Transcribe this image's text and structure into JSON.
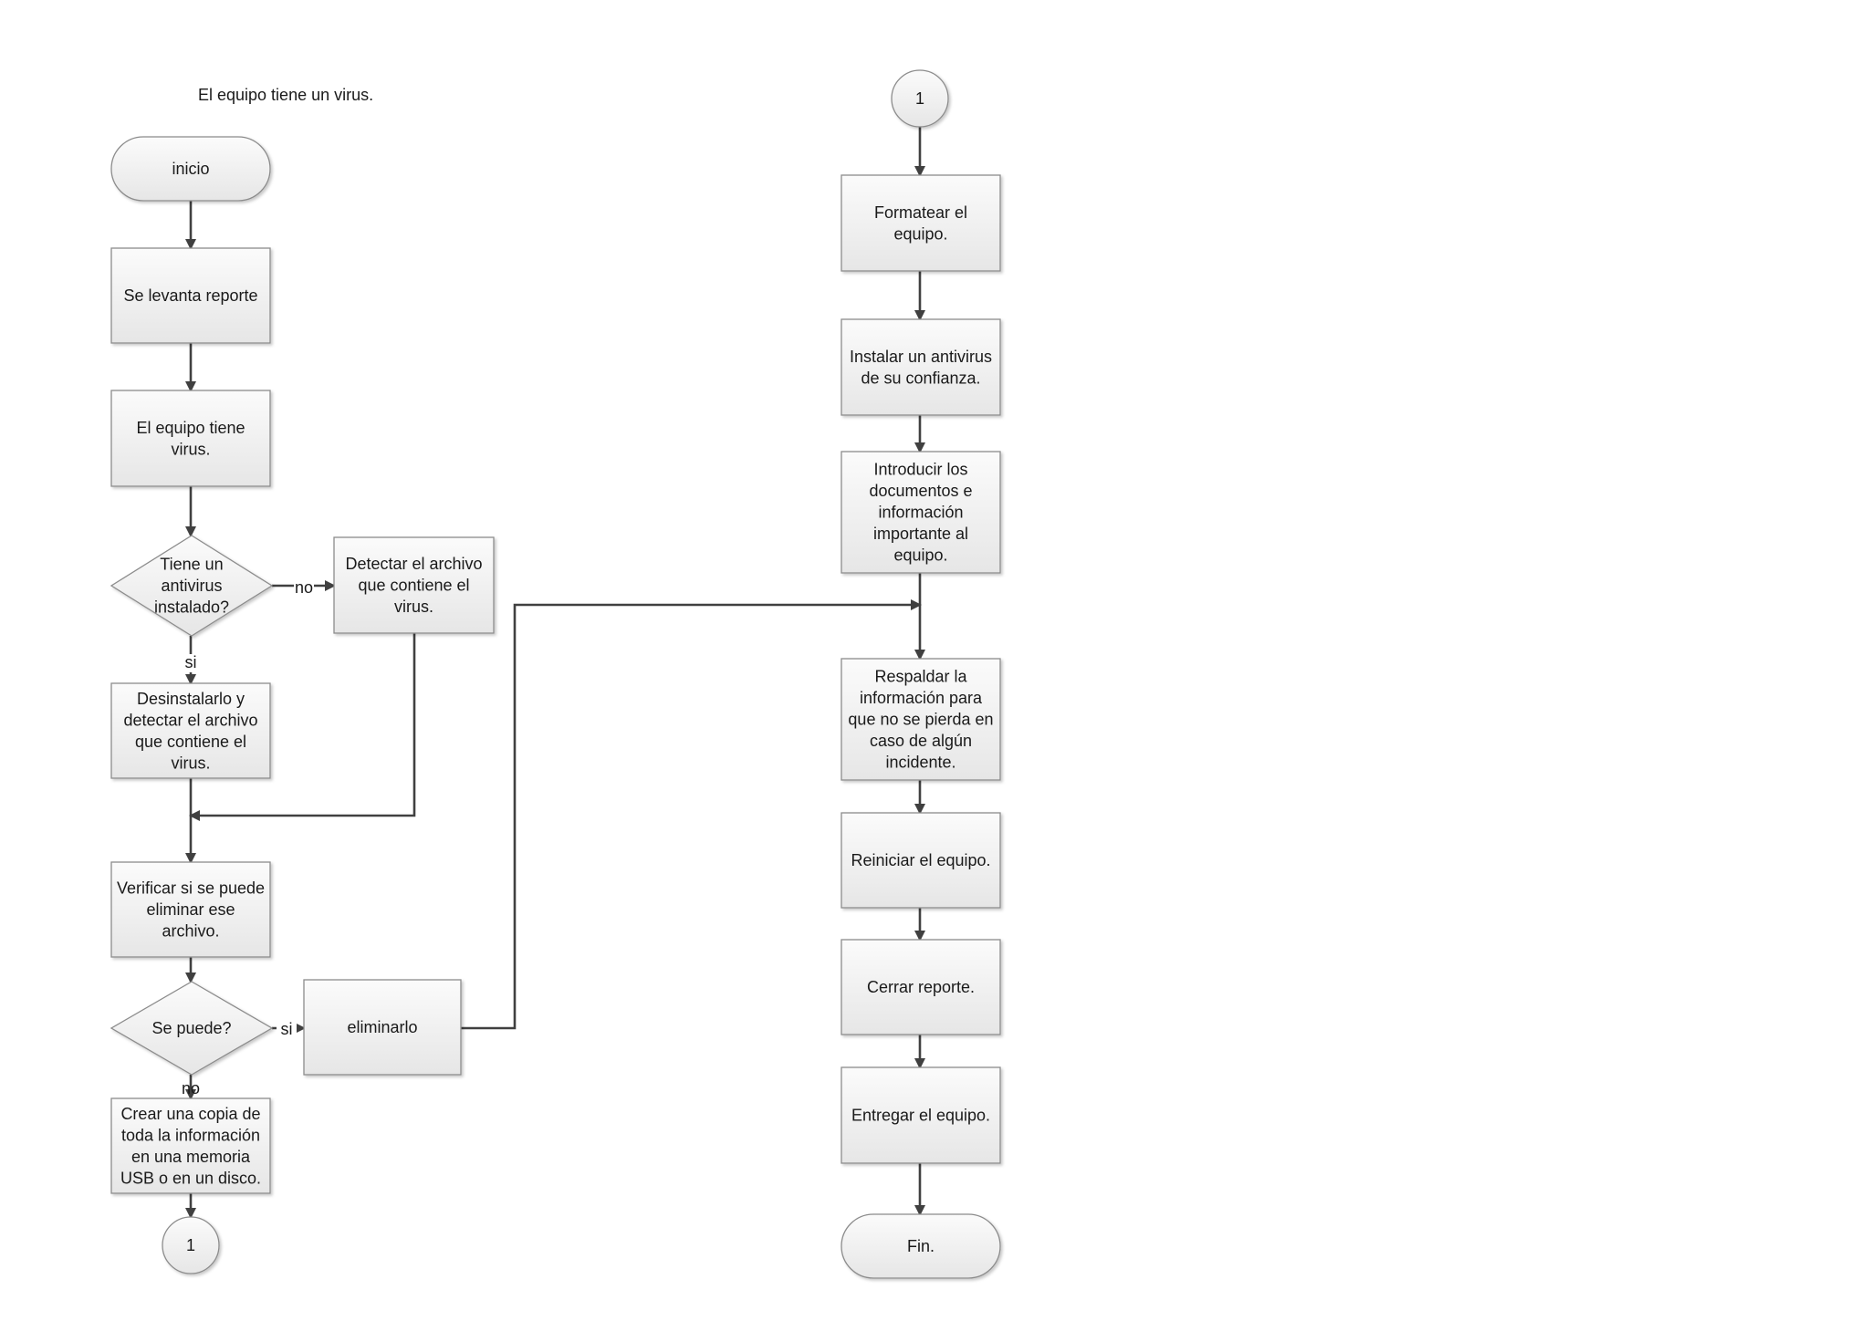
{
  "diagram": {
    "caption": "El equipo tiene un virus.",
    "nodes": [
      {
        "id": "inicio",
        "shape": "terminator",
        "lines": [
          "inicio"
        ]
      },
      {
        "id": "reporte",
        "shape": "process",
        "lines": [
          "Se levanta reporte"
        ]
      },
      {
        "id": "tiene-virus",
        "shape": "process",
        "lines": [
          "El equipo tiene",
          "virus."
        ]
      },
      {
        "id": "tiene-antivirus",
        "shape": "decision",
        "lines": [
          "Tiene un",
          "antivirus",
          "instalado?"
        ]
      },
      {
        "id": "detectar",
        "shape": "process",
        "lines": [
          "Detectar el archivo",
          "que contiene el",
          "virus."
        ]
      },
      {
        "id": "desinstalar",
        "shape": "process",
        "lines": [
          "Desinstalarlo y",
          "detectar el archivo",
          "que contiene el",
          "virus."
        ]
      },
      {
        "id": "verificar",
        "shape": "process",
        "lines": [
          "Verificar si se puede",
          "eliminar ese",
          "archivo."
        ]
      },
      {
        "id": "se-puede",
        "shape": "decision",
        "lines": [
          "Se puede?"
        ]
      },
      {
        "id": "eliminarlo",
        "shape": "process",
        "lines": [
          "eliminarlo"
        ]
      },
      {
        "id": "copia",
        "shape": "process",
        "lines": [
          "Crear una copia de",
          "toda la información",
          "en una memoria",
          "USB o en un disco."
        ]
      },
      {
        "id": "conector-a",
        "shape": "connector",
        "lines": [
          "1"
        ]
      },
      {
        "id": "conector-b",
        "shape": "connector",
        "lines": [
          "1"
        ]
      },
      {
        "id": "formatear",
        "shape": "process",
        "lines": [
          "Formatear el",
          "equipo."
        ]
      },
      {
        "id": "instalar",
        "shape": "process",
        "lines": [
          "Instalar un antivirus",
          "de su confianza."
        ]
      },
      {
        "id": "introducir",
        "shape": "process",
        "lines": [
          "Introducir los",
          "documentos e",
          "información",
          "importante al",
          "equipo."
        ]
      },
      {
        "id": "respaldar",
        "shape": "process",
        "lines": [
          "Respaldar la",
          "información para",
          "que no se pierda en",
          "caso de algún",
          "incidente."
        ]
      },
      {
        "id": "reiniciar",
        "shape": "process",
        "lines": [
          "Reiniciar el equipo."
        ]
      },
      {
        "id": "cerrar",
        "shape": "process",
        "lines": [
          "Cerrar reporte."
        ]
      },
      {
        "id": "entregar",
        "shape": "process",
        "lines": [
          "Entregar el equipo."
        ]
      },
      {
        "id": "fin",
        "shape": "terminator",
        "lines": [
          "Fin."
        ]
      }
    ],
    "edge_labels": [
      {
        "id": "antivirus-no",
        "text": "no"
      },
      {
        "id": "antivirus-si",
        "text": "si"
      },
      {
        "id": "puede-si",
        "text": "si"
      },
      {
        "id": "puede-no",
        "text": "no"
      }
    ]
  }
}
